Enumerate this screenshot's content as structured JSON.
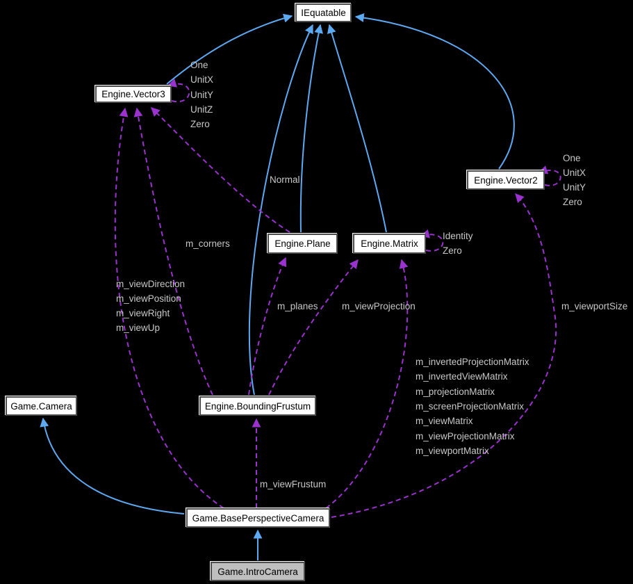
{
  "diagram": {
    "type": "collaboration-graph",
    "background_color": "#000000",
    "colors": {
      "inheritance_edge": "#5da9f2",
      "usage_edge": "#9a32cd",
      "edge_label_text": "#c8c8c8",
      "node_fill": "#ffffff",
      "node_border": "#4d4d4d",
      "node_text": "#000000",
      "focus_node_fill": "#bfbfbf"
    },
    "nodes": {
      "iequatable": {
        "label": "IEquatable"
      },
      "vector3": {
        "label": "Engine.Vector3"
      },
      "vector2": {
        "label": "Engine.Vector2"
      },
      "plane": {
        "label": "Engine.Plane"
      },
      "matrix": {
        "label": "Engine.Matrix"
      },
      "camera": {
        "label": "Game.Camera"
      },
      "bounding_frustum": {
        "label": "Engine.BoundingFrustum"
      },
      "base_perspective_camera": {
        "label": "Game.BasePerspectiveCamera"
      },
      "intro_camera": {
        "label": "Game.IntroCamera"
      }
    },
    "edges": [
      {
        "from": "vector3",
        "to": "iequatable",
        "type": "inheritance"
      },
      {
        "from": "vector2",
        "to": "iequatable",
        "type": "inheritance"
      },
      {
        "from": "plane",
        "to": "iequatable",
        "type": "inheritance"
      },
      {
        "from": "matrix",
        "to": "iequatable",
        "type": "inheritance"
      },
      {
        "from": "bounding_frustum",
        "to": "iequatable",
        "type": "inheritance"
      },
      {
        "from": "base_perspective_camera",
        "to": "camera",
        "type": "inheritance"
      },
      {
        "from": "intro_camera",
        "to": "base_perspective_camera",
        "type": "inheritance"
      },
      {
        "from": "vector3",
        "to": "vector3",
        "type": "usage",
        "labels": [
          "One",
          "UnitX",
          "UnitY",
          "UnitZ",
          "Zero"
        ]
      },
      {
        "from": "vector2",
        "to": "vector2",
        "type": "usage",
        "labels": [
          "One",
          "UnitX",
          "UnitY",
          "Zero"
        ]
      },
      {
        "from": "matrix",
        "to": "matrix",
        "type": "usage",
        "labels": [
          "Identity",
          "Zero"
        ]
      },
      {
        "from": "plane",
        "to": "vector3",
        "type": "usage",
        "labels": [
          "Normal"
        ]
      },
      {
        "from": "bounding_frustum",
        "to": "vector3",
        "type": "usage",
        "labels": [
          "m_corners"
        ]
      },
      {
        "from": "base_perspective_camera",
        "to": "vector3",
        "type": "usage",
        "labels": [
          "m_viewDirection",
          "m_viewPosition",
          "m_viewRight",
          "m_viewUp"
        ]
      },
      {
        "from": "bounding_frustum",
        "to": "plane",
        "type": "usage",
        "labels": [
          "m_planes"
        ]
      },
      {
        "from": "bounding_frustum",
        "to": "matrix",
        "type": "usage",
        "labels": [
          "m_viewProjection"
        ]
      },
      {
        "from": "base_perspective_camera",
        "to": "matrix",
        "type": "usage",
        "labels": [
          "m_invertedProjectionMatrix",
          "m_invertedViewMatrix",
          "m_projectionMatrix",
          "m_screenProjectionMatrix",
          "m_viewMatrix",
          "m_viewProjectionMatrix",
          "m_viewportMatrix"
        ]
      },
      {
        "from": "base_perspective_camera",
        "to": "vector2",
        "type": "usage",
        "labels": [
          "m_viewportSize"
        ]
      },
      {
        "from": "base_perspective_camera",
        "to": "bounding_frustum",
        "type": "usage",
        "labels": [
          "m_viewFrustum"
        ]
      }
    ],
    "edge_labels": [
      {
        "text": "One"
      },
      {
        "text": "UnitX"
      },
      {
        "text": "UnitY"
      },
      {
        "text": "UnitZ"
      },
      {
        "text": "Zero"
      },
      {
        "text": "Normal"
      },
      {
        "text": "One"
      },
      {
        "text": "UnitX"
      },
      {
        "text": "UnitY"
      },
      {
        "text": "Zero"
      },
      {
        "text": "Identity"
      },
      {
        "text": "Zero"
      },
      {
        "text": "m_corners"
      },
      {
        "text": "m_viewDirection"
      },
      {
        "text": "m_viewPosition"
      },
      {
        "text": "m_viewRight"
      },
      {
        "text": "m_viewUp"
      },
      {
        "text": "m_planes"
      },
      {
        "text": "m_viewProjection"
      },
      {
        "text": "m_viewportSize"
      },
      {
        "text": "m_invertedProjectionMatrix"
      },
      {
        "text": "m_invertedViewMatrix"
      },
      {
        "text": "m_projectionMatrix"
      },
      {
        "text": "m_screenProjectionMatrix"
      },
      {
        "text": "m_viewMatrix"
      },
      {
        "text": "m_viewProjectionMatrix"
      },
      {
        "text": "m_viewportMatrix"
      },
      {
        "text": "m_viewFrustum"
      }
    ]
  }
}
